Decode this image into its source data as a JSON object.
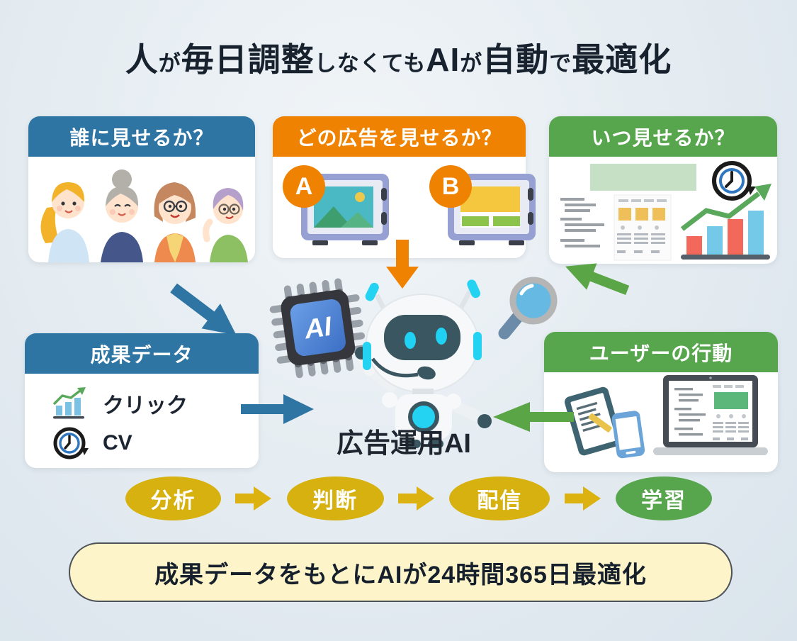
{
  "title": {
    "segments": [
      {
        "text": "人",
        "emphasis": true
      },
      {
        "text": "が",
        "emphasis": false
      },
      {
        "text": "毎日調整",
        "emphasis": true
      },
      {
        "text": "しなくても",
        "emphasis": false
      },
      {
        "text": "AI",
        "emphasis": true
      },
      {
        "text": "が",
        "emphasis": false
      },
      {
        "text": "自動",
        "emphasis": true
      },
      {
        "text": "で",
        "emphasis": false
      },
      {
        "text": "最適化",
        "emphasis": true
      }
    ]
  },
  "boxes": {
    "who": {
      "header": "誰に見せるか？"
    },
    "which_ad": {
      "header": "どの広告を見せるか？",
      "variant_a": "A",
      "variant_b": "B"
    },
    "when": {
      "header": "いつ見せるか？"
    },
    "performance": {
      "header": "成果データ",
      "items": [
        "クリック",
        "CV"
      ]
    },
    "user_behavior": {
      "header": "ユーザーの行動"
    }
  },
  "center": {
    "chip_label": "AI",
    "caption": "広告運用AI"
  },
  "flow": {
    "steps": [
      {
        "label": "分析",
        "color": "#d6b110"
      },
      {
        "label": "判断",
        "color": "#d6b110"
      },
      {
        "label": "配信",
        "color": "#d6b110"
      },
      {
        "label": "学習",
        "color": "#57a64e"
      }
    ]
  },
  "banner": {
    "text": "成果データをもとにAIが24時間365日最適化"
  },
  "icons": {
    "chip": "ai-chip-icon",
    "robot": "ai-robot-icon",
    "magnifier": "magnifier-icon",
    "clock": "clock-refresh-icon",
    "growth_chart": "growth-chart-icon"
  },
  "colors": {
    "header_blue": "#2e75a4",
    "header_orange": "#ef8200",
    "header_green": "#57a64e",
    "flow_yellow": "#d6b110",
    "flow_green": "#57a64e",
    "banner_bg": "#fdf5c9",
    "title_text": "#17222e",
    "background": "#e3eaf1"
  }
}
